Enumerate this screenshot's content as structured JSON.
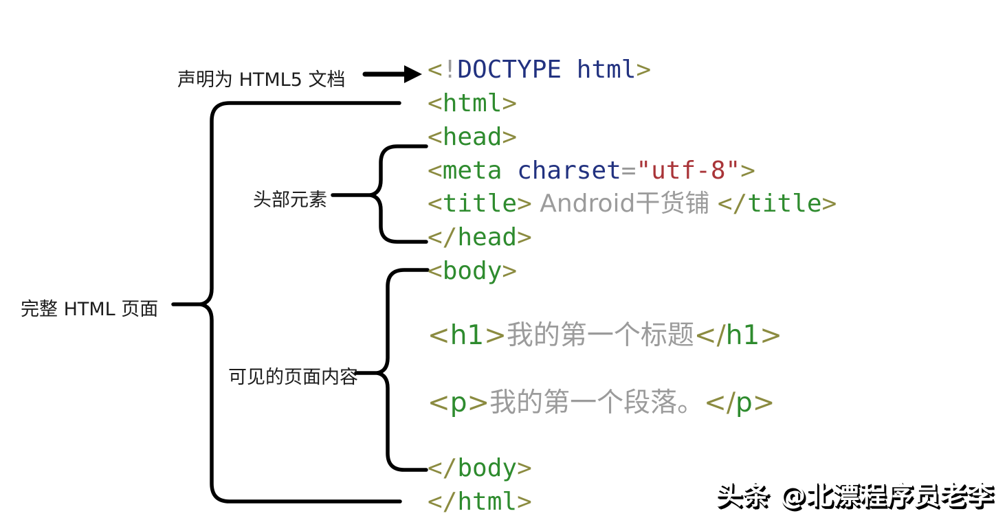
{
  "annotations": {
    "doctype": "声明为 HTML5 文档",
    "head": "头部元素",
    "full_page": "完整 HTML 页面",
    "body": "可见的页面内容"
  },
  "watermark": {
    "text": "头条 @北漂程序员老李"
  },
  "colors": {
    "bracket": "#8b8b40",
    "tag": "#2e8b2e",
    "keyword": "#223280",
    "attr_value": "#a93438",
    "punct": "#9a9a9a",
    "muted_text": "#9b9b9b",
    "annotation": "#1c1c1c",
    "line": "#000000"
  },
  "code": {
    "lines": [
      {
        "name": "doctype",
        "tokens": [
          {
            "t": "<",
            "c": "bracket"
          },
          {
            "t": "!",
            "c": "punct"
          },
          {
            "t": "DOCTYPE html",
            "c": "decl"
          },
          {
            "t": ">",
            "c": "bracket"
          }
        ]
      },
      {
        "name": "html-open",
        "tokens": [
          {
            "t": "<",
            "c": "bracket"
          },
          {
            "t": "html",
            "c": "tag"
          },
          {
            "t": ">",
            "c": "bracket"
          }
        ]
      },
      {
        "name": "head-open",
        "tokens": [
          {
            "t": "<",
            "c": "bracket"
          },
          {
            "t": "head",
            "c": "tag"
          },
          {
            "t": ">",
            "c": "bracket"
          }
        ]
      },
      {
        "name": "meta-charset",
        "tokens": [
          {
            "t": "<",
            "c": "bracket"
          },
          {
            "t": "meta",
            "c": "tag"
          },
          {
            "t": " ",
            "c": "plain"
          },
          {
            "t": "charset",
            "c": "attr"
          },
          {
            "t": "=",
            "c": "punct"
          },
          {
            "t": "\"utf-8\"",
            "c": "val"
          },
          {
            "t": ">",
            "c": "bracket"
          }
        ]
      },
      {
        "name": "title",
        "tokens": [
          {
            "t": "<",
            "c": "bracket"
          },
          {
            "t": "title",
            "c": "tag"
          },
          {
            "t": ">",
            "c": "bracket"
          },
          {
            "t": " Android干货铺 ",
            "c": "text"
          },
          {
            "t": "</",
            "c": "bracket"
          },
          {
            "t": "title",
            "c": "tag"
          },
          {
            "t": ">",
            "c": "bracket"
          }
        ]
      },
      {
        "name": "head-close",
        "tokens": [
          {
            "t": "</",
            "c": "bracket"
          },
          {
            "t": "head",
            "c": "tag"
          },
          {
            "t": ">",
            "c": "bracket"
          }
        ]
      },
      {
        "name": "body-open",
        "tokens": [
          {
            "t": "<",
            "c": "bracket"
          },
          {
            "t": "body",
            "c": "tag"
          },
          {
            "t": ">",
            "c": "bracket"
          }
        ]
      },
      {
        "name": "h1",
        "tokens": [
          {
            "t": "<",
            "c": "bracket"
          },
          {
            "t": "h1",
            "c": "tag"
          },
          {
            "t": ">",
            "c": "bracket"
          },
          {
            "t": "我的第一个标题",
            "c": "text"
          },
          {
            "t": "</",
            "c": "bracket"
          },
          {
            "t": "h1",
            "c": "tag"
          },
          {
            "t": ">",
            "c": "bracket"
          }
        ]
      },
      {
        "name": "p",
        "tokens": [
          {
            "t": "<",
            "c": "bracket"
          },
          {
            "t": "p",
            "c": "tag"
          },
          {
            "t": ">",
            "c": "bracket"
          },
          {
            "t": "我的第一个段落。",
            "c": "text"
          },
          {
            "t": "</",
            "c": "bracket"
          },
          {
            "t": "p",
            "c": "tag"
          },
          {
            "t": ">",
            "c": "bracket"
          }
        ]
      },
      {
        "name": "body-close",
        "tokens": [
          {
            "t": "</",
            "c": "bracket"
          },
          {
            "t": "body",
            "c": "tag"
          },
          {
            "t": ">",
            "c": "bracket"
          }
        ]
      },
      {
        "name": "html-close",
        "tokens": [
          {
            "t": "</",
            "c": "bracket"
          },
          {
            "t": "html",
            "c": "tag"
          },
          {
            "t": ">",
            "c": "bracket"
          }
        ]
      }
    ]
  }
}
